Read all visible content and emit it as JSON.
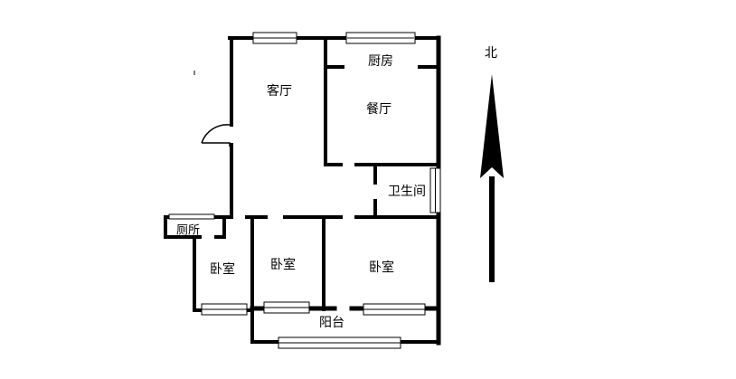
{
  "rooms": {
    "living_room": "客厅",
    "kitchen": "厨房",
    "dining_room": "餐厅",
    "bathroom": "卫生间",
    "toilet": "厕所",
    "bedroom_1": "卧室",
    "bedroom_2": "卧室",
    "bedroom_3": "卧室",
    "balcony": "阳台"
  },
  "compass": {
    "label": "北",
    "direction": "north-up"
  },
  "colors": {
    "wall": "#000000",
    "window": "#ffffff",
    "background": "#ffffff"
  }
}
